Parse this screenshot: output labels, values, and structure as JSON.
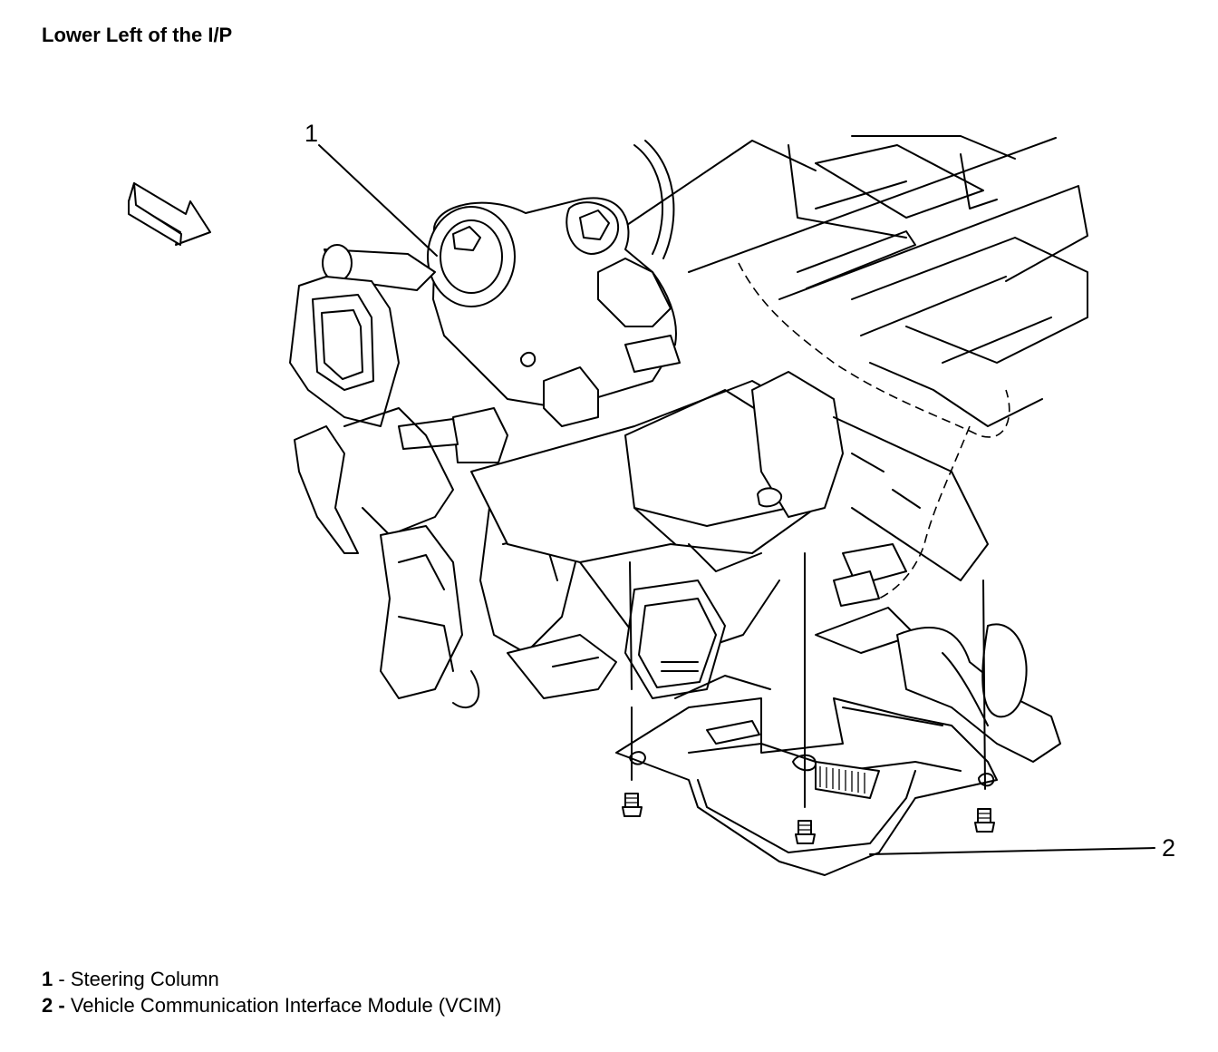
{
  "title": "Lower Left of the I/P",
  "callouts": [
    {
      "number": "1"
    },
    {
      "number": "2"
    }
  ],
  "legend": [
    {
      "number": "1",
      "text": "- Steering Column"
    },
    {
      "number": "2 -",
      "text": "Vehicle Communication Interface Module (VCIM)"
    }
  ]
}
